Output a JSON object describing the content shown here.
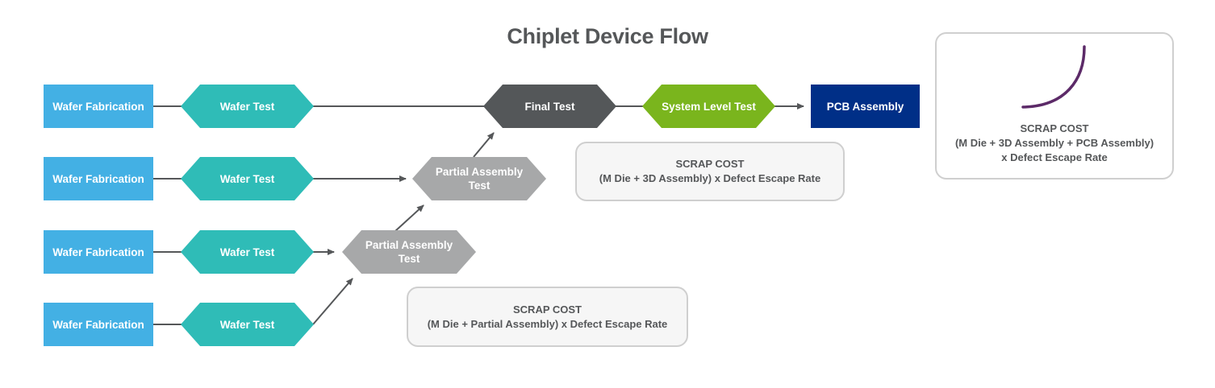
{
  "title": "Chiplet Device Flow",
  "colors": {
    "wafer_fab": "#43b0e4",
    "wafer_test": "#2fbcb7",
    "partial_assembly": "#a7a8a9",
    "final_test": "#545759",
    "system_level_test": "#7ab51d",
    "pcb_assembly": "#002f87",
    "connector": "#555759",
    "curve": "#5c2a68"
  },
  "rows": [
    {
      "fab_label": "Wafer Fabrication",
      "test_label": "Wafer Test"
    },
    {
      "fab_label": "Wafer Fabrication",
      "test_label": "Wafer Test"
    },
    {
      "fab_label": "Wafer Fabrication",
      "test_label": "Wafer Test"
    },
    {
      "fab_label": "Wafer Fabrication",
      "test_label": "Wafer Test"
    }
  ],
  "partial_assembly_upper": {
    "line1": "Partial Assembly",
    "line2": "Test"
  },
  "partial_assembly_lower": {
    "line1": "Partial Assembly",
    "line2": "Test"
  },
  "final_test": "Final Test",
  "system_level_test": "System Level Test",
  "pcb_assembly": "PCB Assembly",
  "scrap_costs": {
    "partial": {
      "heading": "SCRAP COST",
      "formula": "(M Die + Partial Assembly) x Defect Escape Rate"
    },
    "final": {
      "heading": "SCRAP COST",
      "formula": "(M Die + 3D Assembly) x Defect Escape Rate"
    },
    "pcb": {
      "heading": "SCRAP COST",
      "formula_line1": "(M Die + 3D Assembly + PCB Assembly)",
      "formula_line2": "x Defect Escape Rate"
    }
  }
}
